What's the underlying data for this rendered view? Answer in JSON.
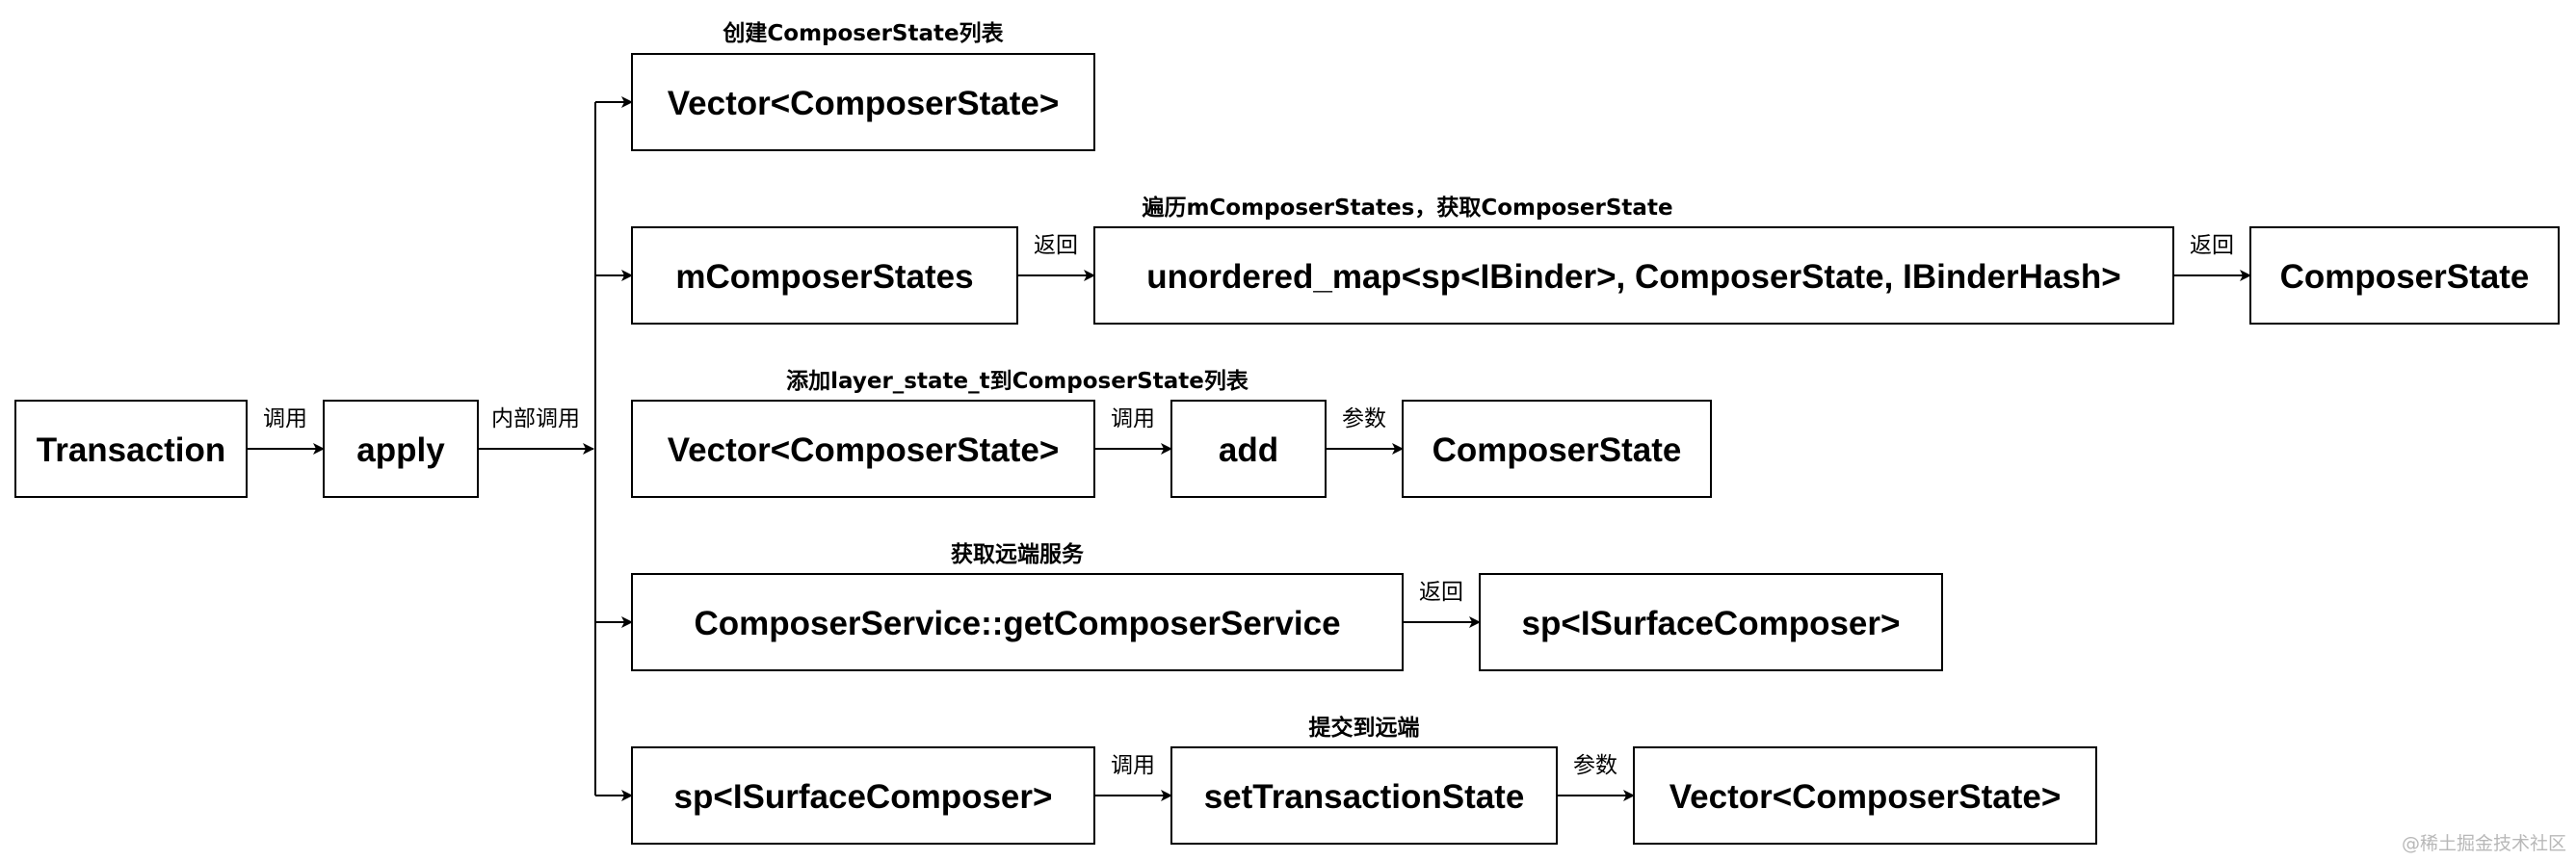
{
  "boxes": {
    "transaction": "Transaction",
    "apply": "apply",
    "vector_create": "Vector<ComposerState>",
    "m_composer_states": "mComposerStates",
    "unordered_map": "unordered_map<sp<IBinder>, ComposerState, IBinderHash>",
    "composer_state_result": "ComposerState",
    "vector_add": "Vector<ComposerState>",
    "add": "add",
    "composer_state_param": "ComposerState",
    "get_composer_service": "ComposerService::getComposerService",
    "sp_surface_composer_result": "sp<ISurfaceComposer>",
    "sp_surface_composer": "sp<ISurfaceComposer>",
    "set_transaction_state": "setTransactionState",
    "vector_param": "Vector<ComposerState>"
  },
  "edge_labels": {
    "call_apply": "调用",
    "internal_call": "内部调用",
    "return_map": "返回",
    "return_state": "返回",
    "call_add": "调用",
    "param_add": "参数",
    "return_service": "返回",
    "call_set": "调用",
    "param_set": "参数"
  },
  "annotations": {
    "create_list": "创建ComposerState列表",
    "iterate": "遍历mComposerStates，获取ComposerState",
    "add_layer": "添加layer_state_t到ComposerState列表",
    "get_remote": "获取远端服务",
    "submit_remote": "提交到远端"
  },
  "watermark": "@稀土掘金技术社区"
}
